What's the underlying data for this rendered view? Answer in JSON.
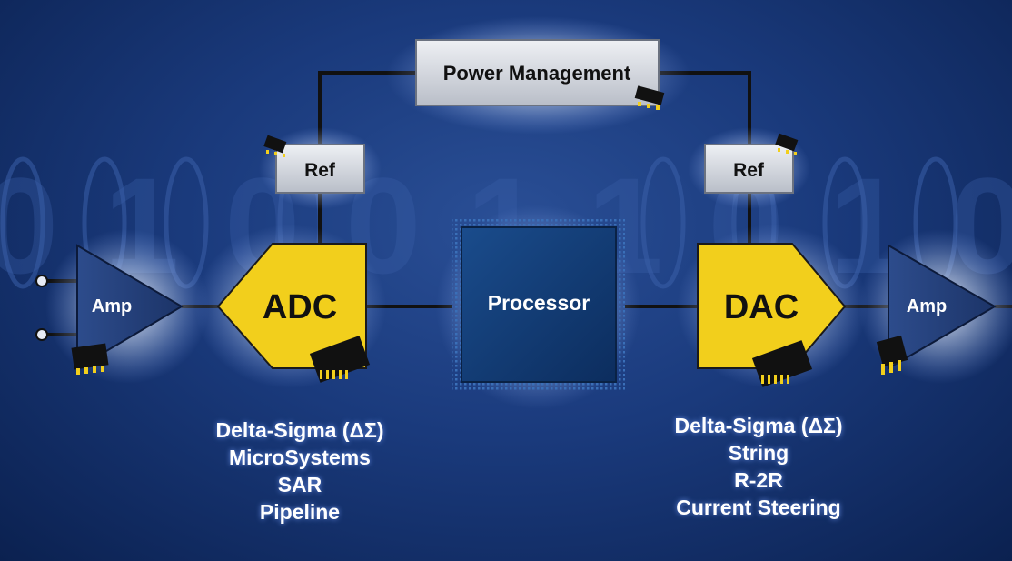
{
  "blocks": {
    "power_management": "Power Management",
    "ref_left": "Ref",
    "ref_right": "Ref",
    "amp_left": "Amp",
    "amp_right": "Amp",
    "adc": "ADC",
    "processor": "Processor",
    "dac": "DAC"
  },
  "adc_types": [
    "Delta-Sigma (ΔΣ)",
    "MicroSystems",
    "SAR",
    "Pipeline"
  ],
  "dac_types": [
    "Delta-Sigma (ΔΣ)",
    "String",
    "R-2R",
    "Current Steering"
  ],
  "background_digits": "0 1 0 0 1 1 0 1 0",
  "colors": {
    "background": "#1a3a7c",
    "converter_yellow": "#f2cf1c",
    "processor_blue": "#123f78",
    "box_gray": "#d4d8e0",
    "amp_blue": "#243f7a",
    "wire": "#111111"
  }
}
